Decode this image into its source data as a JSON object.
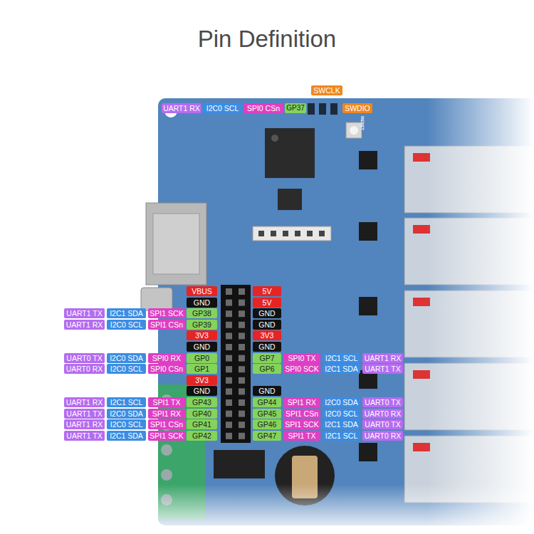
{
  "diagram": {
    "title": "Pin Definition",
    "labels": [
      "SWCLK",
      "UART1 RX",
      "I2C0 SCL",
      "SPI0 CSn",
      "GP37",
      "SWDIO",
      "RESET",
      "VBUS",
      "5V",
      "GND",
      "5V",
      "UART1 TX",
      "I2C1 SDA",
      "SPI1 SCK",
      "GP38",
      "GND",
      "UART1 RX",
      "I2C0 SCL",
      "SPI1 CSn",
      "GP39",
      "GND",
      "3V3",
      "3V3",
      "GND",
      "GND",
      "UART0 TX",
      "I2C0 SDA",
      "SPI0 RX",
      "GP0",
      "GP7",
      "SPI0 TX",
      "I2C1 SCL",
      "UART1 RX",
      "UART0 RX",
      "I2C0 SCL",
      "SPI0 CSn",
      "GP1",
      "GP6",
      "SPI0 SCK",
      "I2C1 SDA",
      "UART1 TX",
      "3V3",
      "GND",
      "GND",
      "UART1 RX",
      "I2C1 SCL",
      "SPI1 TX",
      "GP43",
      "GP44",
      "SPI1 RX",
      "I2C0 SDA",
      "UART0 TX",
      "UART1 TX",
      "I2C0 SDA",
      "SPI1 RX",
      "GP40",
      "GP45",
      "SPI1 CSn",
      "I2C0 SCL",
      "UART0 RX",
      "UART1 RX",
      "I2C0 SCL",
      "SPI1 CSn",
      "GP41",
      "GP46",
      "SPI1 SCK",
      "I2C1 SDA",
      "UART0 TX",
      "UART1 TX",
      "I2C1 SDA",
      "SPI1 SCK",
      "GP42",
      "GP47",
      "SPI1 TX",
      "I2C1 SCL",
      "UART0 RX"
    ]
  }
}
